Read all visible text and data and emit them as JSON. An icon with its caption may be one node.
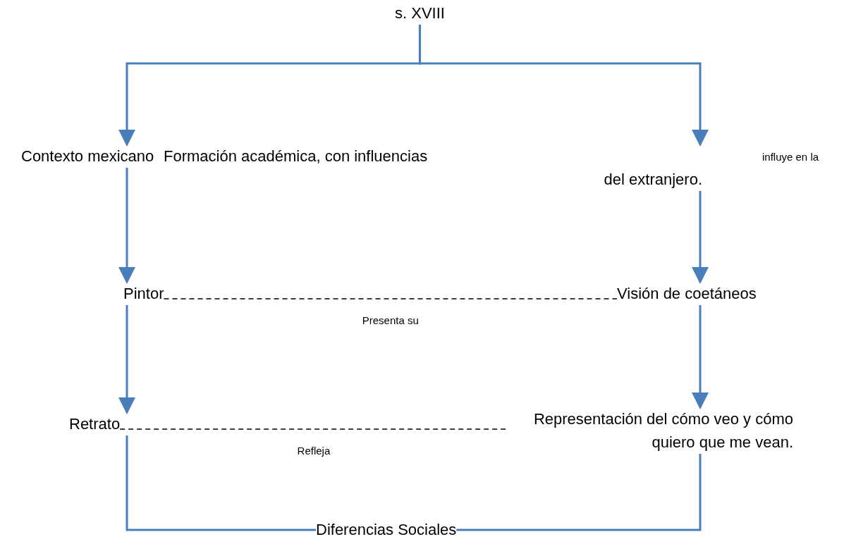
{
  "diagram": {
    "nodes": [
      {
        "text": [
          "s. XVIII"
        ]
      },
      {
        "text": [
          "Contexto mexicano"
        ]
      },
      {
        "text": [
          "Formación académica, con influencias del extranjero."
        ]
      },
      {
        "text": [
          "Pintor"
        ]
      },
      {
        "text": [
          "Visión de coetáneos"
        ]
      },
      {
        "text": [
          "Retrato"
        ]
      },
      {
        "text": [
          "Representación del cómo veo y cómo quiero que me vean."
        ]
      },
      {
        "text": [
          "Diferencias Sociales"
        ]
      }
    ],
    "edges": [
      {
        "from": 0,
        "to": 1,
        "arrow": "to"
      },
      {
        "from": 0,
        "to": 2,
        "arrow": "to"
      },
      {
        "from": 1,
        "to": 3,
        "arrow": "to"
      },
      {
        "from": 2,
        "to": 4,
        "arrow": "to"
      },
      {
        "from": 3,
        "to": 4,
        "arrow": "none",
        "label": "Presenta su",
        "style": "dashed",
        "color": "#000000"
      },
      {
        "from": 3,
        "to": 5,
        "arrow": "to"
      },
      {
        "from": 4,
        "to": 6,
        "arrow": "to"
      },
      {
        "from": 5,
        "to": 6,
        "arrow": "none",
        "label": "Refleja",
        "style": "dashed",
        "color": "#000000"
      },
      {
        "from": 5,
        "to": 7,
        "arrow": "none"
      },
      {
        "from": 6,
        "to": 7,
        "arrow": "none"
      }
    ],
    "labels": [
      "influye en la"
    ]
  }
}
